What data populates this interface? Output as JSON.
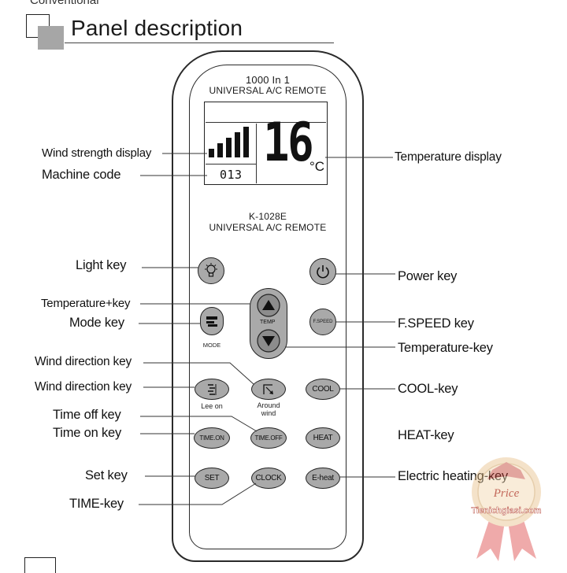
{
  "header": {
    "cut_text": "Conventional",
    "title": "Panel description"
  },
  "remote": {
    "top_line1": "1000 In 1",
    "top_line2": "UNIVERSAL A/C REMOTE",
    "lcd": {
      "machine_code": "013",
      "temperature": "16",
      "unit": "°C",
      "wind_bars": 5
    },
    "model": "K-1028E",
    "bottom_line": "UNIVERSAL A/C REMOTE",
    "buttons": {
      "temp_center": "TEMP",
      "mode_label": "MODE",
      "fspeed": "F.SPEED",
      "lee_on_label": "Lee on",
      "around_wind_label1": "Around",
      "around_wind_label2": "wind",
      "cool": "COOL",
      "time_on": "TIME.ON",
      "time_off": "TIME.OFF",
      "heat": "HEAT",
      "set": "SET",
      "clock": "CLOCK",
      "e_heat": "E-heat"
    }
  },
  "callouts": {
    "wind_strength": "Wind strength display",
    "machine_code": "Machine code",
    "light_key": "Light key",
    "temp_plus": "Temperature+key",
    "mode_key": "Mode key",
    "wind_dir_1": "Wind direction key",
    "wind_dir_2": "Wind direction key",
    "time_off": "Time off key",
    "time_on": "Time on key",
    "set_key": "Set key",
    "time_key": "TIME-key",
    "temperature_display": "Temperature display",
    "power_key": "Power key",
    "fspeed_key": "F.SPEED key",
    "temp_minus": "Temperature-key",
    "cool_key": "COOL-key",
    "heat_key": "HEAT-key",
    "electric_heating": "Electric heating-key"
  },
  "watermark": {
    "word": "Price",
    "site": "Tienichgiasi.com"
  },
  "colors": {
    "button_fill": "#a9a9a9",
    "watermark_red": "#c0392b"
  }
}
